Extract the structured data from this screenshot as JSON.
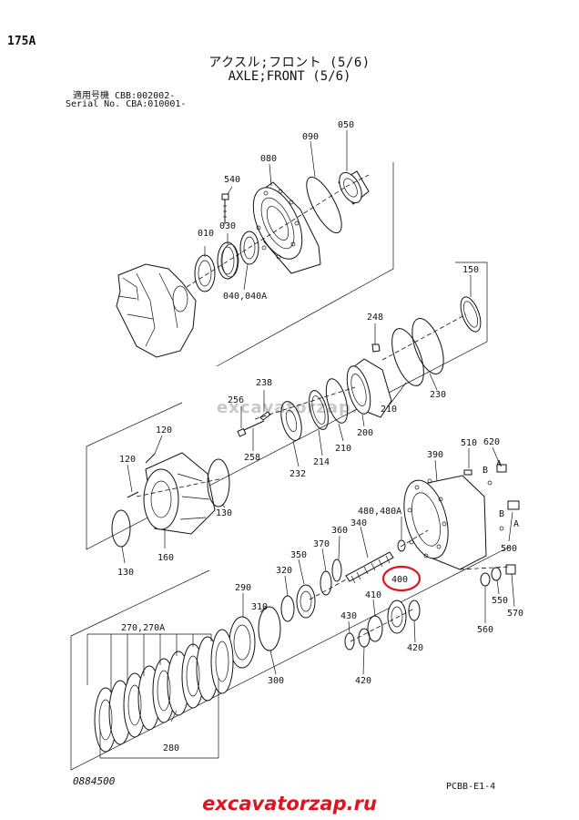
{
  "header": {
    "page_number": "175A",
    "title_jp": "アクスル;フロント (5/6)",
    "title_en": "AXLE;FRONT (5/6)",
    "serial_line_1": "適用号機 CBB:002002-",
    "serial_line_2": "Serial No. CBA:010001-"
  },
  "parts": {
    "p010": "010",
    "p030": "030",
    "p040": "040,040A",
    "p050": "050",
    "p080": "080",
    "p090": "090",
    "p540": "540",
    "p150": "150",
    "p248": "248",
    "p238": "238",
    "p256": "256",
    "p258": "258",
    "p232": "232",
    "p214": "214",
    "p210a": "210",
    "p200": "200",
    "p210b": "210",
    "p230": "230",
    "p120a": "120",
    "p120b": "120",
    "p130a": "130",
    "p130b": "130",
    "p160": "160",
    "p390": "390",
    "p510": "510",
    "p620": "620",
    "pA1": "A",
    "pB1": "B",
    "pA2": "A",
    "pB2": "B",
    "p500": "500",
    "p480": "480,480A",
    "p340": "340",
    "p360": "360",
    "p370": "370",
    "p350": "350",
    "p320": "320",
    "p290": "290",
    "p310": "310",
    "p300": "300",
    "p400": "400",
    "p410": "410",
    "p430": "430",
    "p420a": "420",
    "p420b": "420",
    "p550": "550",
    "p560": "560",
    "p570": "570",
    "p270": "270,270A",
    "p280": "280"
  },
  "highlight": {
    "part": "400",
    "color": "#e0141e"
  },
  "footer": {
    "drawing_number": "0884500",
    "catalog_code": "PCBB-E1-4",
    "brand": "excavatorzap.ru"
  },
  "watermark": "excavatorzap.ru"
}
